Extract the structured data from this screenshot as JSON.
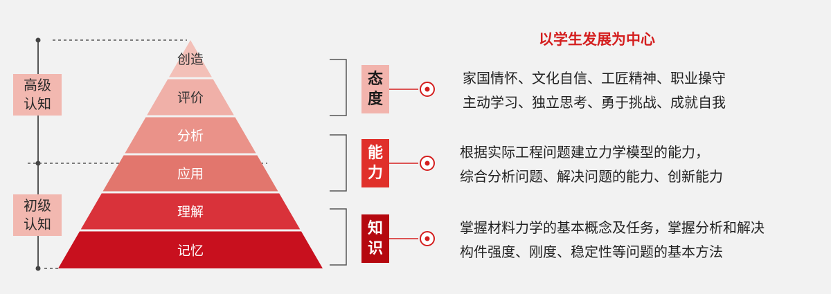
{
  "title": "以学生发展为中心",
  "pyramid": {
    "levels": [
      "创造",
      "评价",
      "分析",
      "应用",
      "理解",
      "记忆"
    ],
    "colors": [
      "#f3c0b8",
      "#f0b0a8",
      "#ea9289",
      "#e2766d",
      "#d9323a",
      "#c8101e"
    ]
  },
  "cognition": {
    "high": [
      "高级",
      "认知"
    ],
    "low": [
      "初级",
      "认知"
    ]
  },
  "categories": [
    {
      "tag": [
        "态",
        "度"
      ],
      "lines": [
        "家国情怀、文化自信、工匠精神、职业操守",
        "主动学习、独立思考、勇于挑战、成就自我"
      ]
    },
    {
      "tag": [
        "能",
        "力"
      ],
      "lines": [
        "根据实际工程问题建立力学模型的能力，",
        "综合分析问题、解决问题的能力、创新能力"
      ]
    },
    {
      "tag": [
        "知",
        "识"
      ],
      "lines": [
        "掌握材料力学的基本概念及任务，掌握分析和解决",
        "构件强度、刚度、稳定性等问题的基本方法"
      ]
    }
  ],
  "accent_color": "#d41e1e"
}
